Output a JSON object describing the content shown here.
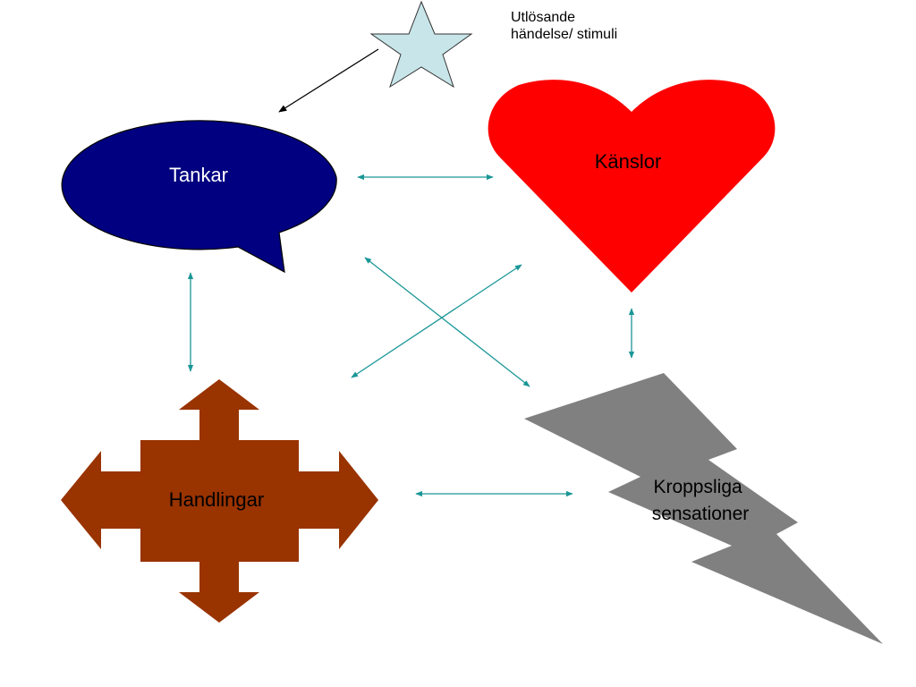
{
  "trigger": {
    "label_line1": "Utlösande",
    "label_line2": "händelse/ stimuli"
  },
  "nodes": {
    "thoughts": {
      "label": "Tankar"
    },
    "feelings": {
      "label": "Känslor"
    },
    "actions": {
      "label": "Handlingar"
    },
    "body": {
      "label_line1": "Kroppsliga",
      "label_line2": "sensationer"
    }
  },
  "colors": {
    "background": "#ffffff",
    "star_fill": "#c8e6ea",
    "star_stroke": "#333333",
    "thoughts_fill": "#000080",
    "feelings_fill": "#ff0000",
    "actions_fill": "#993300",
    "body_fill": "#808080",
    "connector": "#1a9696",
    "trigger_arrow": "#000000",
    "light_text": "#ffffff",
    "dark_text": "#000000"
  }
}
